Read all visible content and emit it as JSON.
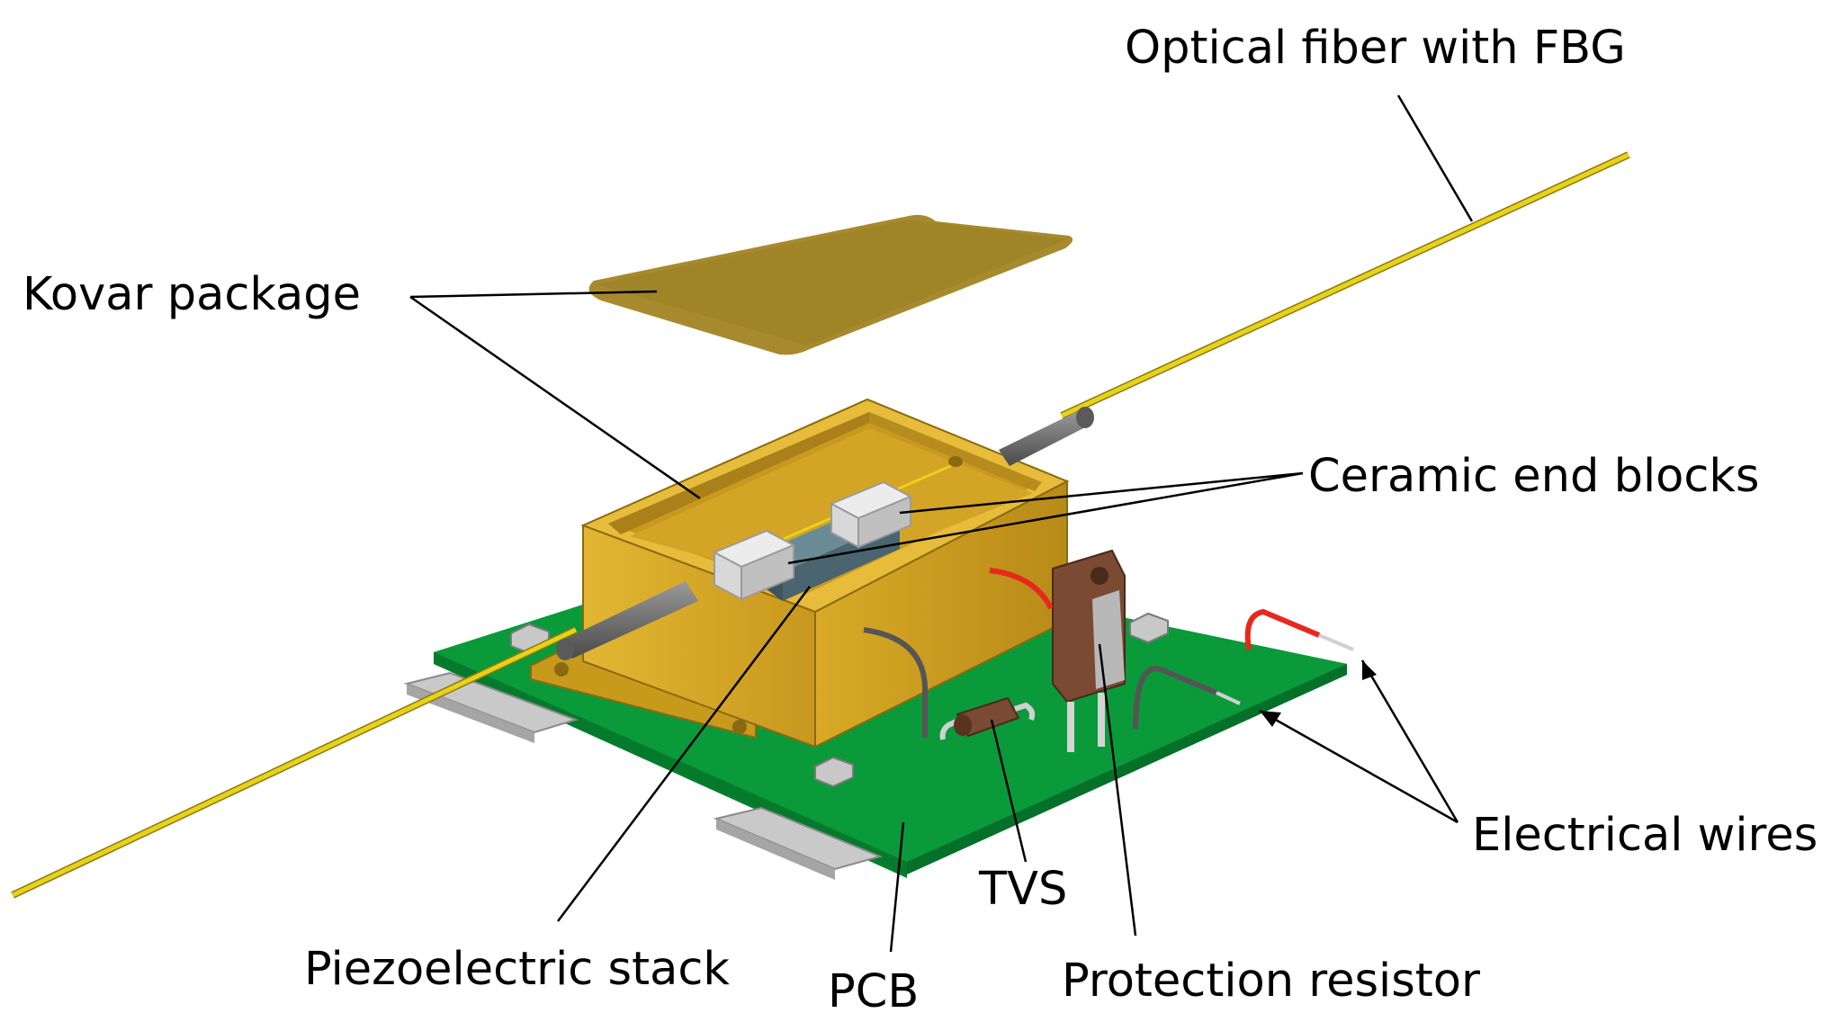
{
  "labels": {
    "optical_fiber": "Optical fiber with FBG",
    "kovar_package": "Kovar package",
    "ceramic_end_blocks": "Ceramic end blocks",
    "electrical_wires": "Electrical wires",
    "piezoelectric_stack": "Piezoelectric stack",
    "pcb": "PCB",
    "tvs": "TVS",
    "protection_resistor": "Protection resistor"
  },
  "colors": {
    "kovar_gold": "#d4a62a",
    "lid_gold": "#a88a2e",
    "pcb_green": "#0a9a3a",
    "fiber_yellow": "#e8d21a",
    "ceramic_gray": "#d8d8d8",
    "piezo_slate": "#4a6470",
    "resistor_brown": "#7a4a32",
    "wire_red": "#e8281e",
    "leader_line": "#000000"
  }
}
